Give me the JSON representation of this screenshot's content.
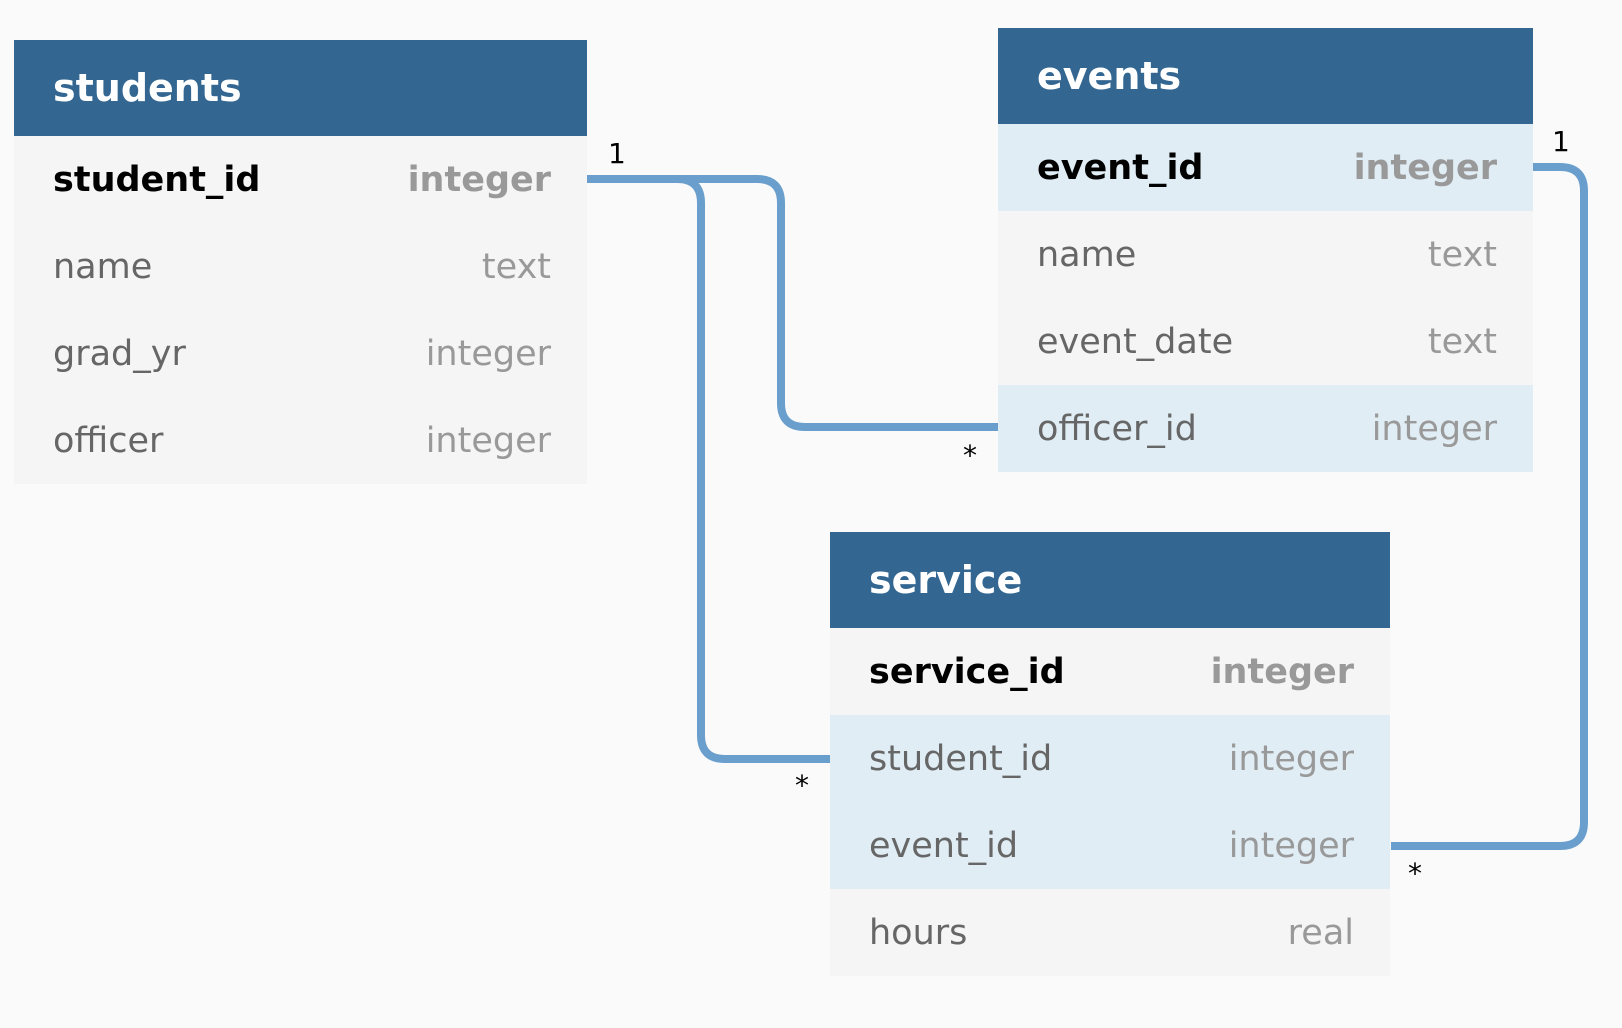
{
  "colors": {
    "header_bg": "#336791",
    "connector": "#6a9ecd",
    "fk_row_bg": "#e0edf5",
    "row_bg": "#f5f5f5"
  },
  "tables": {
    "students": {
      "name": "students",
      "columns": [
        {
          "name": "student_id",
          "type": "integer",
          "key": "pk"
        },
        {
          "name": "name",
          "type": "text",
          "key": ""
        },
        {
          "name": "grad_yr",
          "type": "integer",
          "key": ""
        },
        {
          "name": "officer",
          "type": "integer",
          "key": ""
        }
      ]
    },
    "events": {
      "name": "events",
      "columns": [
        {
          "name": "event_id",
          "type": "integer",
          "key": "pk"
        },
        {
          "name": "name",
          "type": "text",
          "key": ""
        },
        {
          "name": "event_date",
          "type": "text",
          "key": ""
        },
        {
          "name": "officer_id",
          "type": "integer",
          "key": "fk"
        }
      ]
    },
    "service": {
      "name": "service",
      "columns": [
        {
          "name": "service_id",
          "type": "integer",
          "key": "pk"
        },
        {
          "name": "student_id",
          "type": "integer",
          "key": "fk"
        },
        {
          "name": "event_id",
          "type": "integer",
          "key": "fk"
        },
        {
          "name": "hours",
          "type": "real",
          "key": ""
        }
      ]
    }
  },
  "relationships": [
    {
      "from": "students.student_id",
      "to": "events.officer_id",
      "from_card": "1",
      "to_card": "*"
    },
    {
      "from": "students.student_id",
      "to": "service.student_id",
      "from_card": "1",
      "to_card": "*"
    },
    {
      "from": "events.event_id",
      "to": "service.event_id",
      "from_card": "1",
      "to_card": "*"
    }
  ]
}
